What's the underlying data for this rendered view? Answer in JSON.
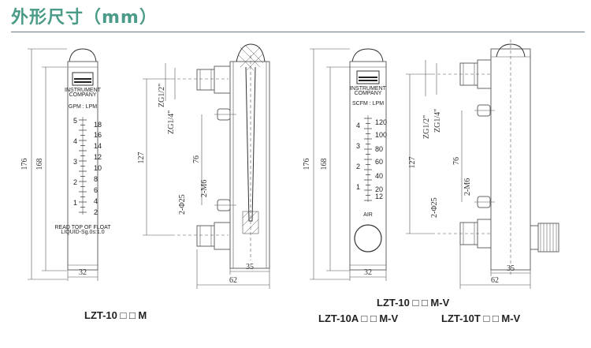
{
  "header": {
    "title": "外形尺寸（mm）"
  },
  "meter1": {
    "brand_line1": "INSTRUMENT",
    "brand_line2": "COMPANY",
    "unit": "GPM : LPM",
    "left_scale": [
      "5",
      "4",
      "3",
      "2",
      "1"
    ],
    "right_scale": [
      "18",
      "16",
      "14",
      "12",
      "10",
      "8",
      "6",
      "4",
      "2"
    ],
    "note1": "READ TOP OF FLOAT",
    "note2": "LIQUID-Sg.0s:1.0",
    "dim_176": "176",
    "dim_168": "168",
    "dim_32": "32",
    "model": "LZT-10 □ □ M"
  },
  "side1": {
    "dim_zg12": "ZG1/2\"",
    "dim_zg14": "ZG1/4\"",
    "dim_127": "127",
    "dim_76": "76",
    "dim_m6": "2-M6",
    "dim_phi": "2-Φ25",
    "dim_35": "35",
    "dim_62": "62"
  },
  "meter2": {
    "brand_line1": "INSTRUMENT",
    "brand_line2": "COMPANY",
    "unit": "SCFM : LPM",
    "left_scale": [
      "4",
      "3",
      "2",
      "1"
    ],
    "right_scale": [
      "120",
      "100",
      "80",
      "60",
      "40",
      "20",
      "12"
    ],
    "air": "AIR",
    "dim_176": "176",
    "dim_168": "168",
    "dim_32": "32",
    "model_top": "LZT-10 □ □ M-V",
    "model_a": "LZT-10A □ □ M-V",
    "model_t": "LZT-10T □ □ M-V"
  },
  "side2": {
    "dim_zg12": "ZG1/2\"",
    "dim_zg14": "ZG1/4\"",
    "dim_127": "127",
    "dim_76": "76",
    "dim_m6": "2-M6",
    "dim_phi": "2-Φ25",
    "dim_35": "35",
    "dim_62": "62"
  }
}
